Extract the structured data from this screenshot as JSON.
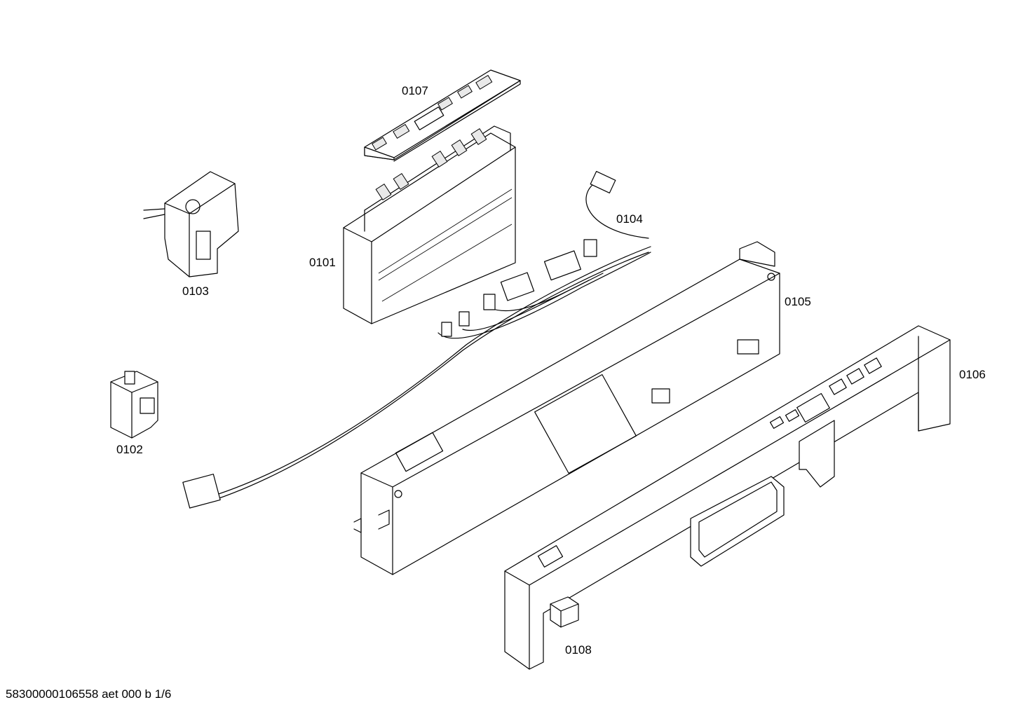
{
  "labels": {
    "p0101": "0101",
    "p0102": "0102",
    "p0103": "0103",
    "p0104": "0104",
    "p0105": "0105",
    "p0106": "0106",
    "p0107": "0107",
    "p0108": "0108"
  },
  "footer": "58300000106558 aet 000 b 1/6"
}
